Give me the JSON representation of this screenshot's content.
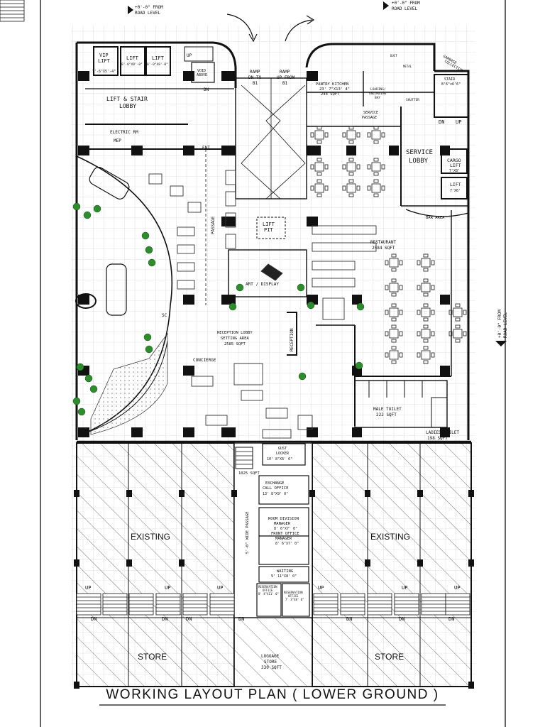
{
  "title": "WORKING LAYOUT PLAN ( LOWER GROUND )",
  "level_notes": {
    "top_left": [
      "+0'-0\" FROM",
      "ROAD LEVEL"
    ],
    "top_right": [
      "+0'-0\" FROM",
      "ROAD LEVEL"
    ],
    "right_side": [
      "+0'-0\" FROM",
      "ROAD LEVEL"
    ]
  },
  "rooms": {
    "vip_lift": [
      "VIP",
      "LIFT",
      "7'-6\"X5'-4\""
    ],
    "lift1": [
      "LIFT",
      "8'-0\"X8'-0\""
    ],
    "lift2": [
      "LIFT",
      "8'-0\"X8'-0\""
    ],
    "void_above": [
      "VOID",
      "ABOVE"
    ],
    "lift_stair_lobby": [
      "LIFT & STAIR",
      "LOBBY"
    ],
    "electric_rm": "ELECTRIC RM",
    "mep": "MEP",
    "ent": "ENT.",
    "ramp_dn": [
      "RAMP",
      "DN TO",
      "B1"
    ],
    "ramp_up": [
      "RAMP",
      "UP FROM",
      "B1"
    ],
    "pantry": [
      "PANTRY KITCHEN",
      "23' 7\"X13' 4\"",
      "244 SQFT"
    ],
    "loading": [
      "LOADING/",
      "UNLOADING",
      "BAY"
    ],
    "shutter": "SHUTTER",
    "garbage": [
      "GARBAGE",
      "COLLECTION"
    ],
    "duct": "DUCT",
    "metal": "METAL",
    "service_passage": [
      "SERVICE",
      "PASSAGE"
    ],
    "stair_top_right": [
      "STAIR",
      "8'6\"x6'6\""
    ],
    "service_lobby": [
      "SERVICE",
      "LOBBY"
    ],
    "cargo_lift": [
      "CARGO",
      "LIFT",
      "7'X8'"
    ],
    "lift3": [
      "LIFT",
      "7'X6'"
    ],
    "bar_area": "BAR AREA",
    "restaurant": [
      "RESTAURANT",
      "2584 SQFT"
    ],
    "lift_pit": [
      "LIFT",
      "PIT"
    ],
    "art_display": "ART / DISPLAY",
    "passage": "PASSAGE",
    "sc": "SC",
    "reception_lobby": [
      "RECEPTION LOBBY",
      "SETTING AREA",
      "2585 SQFT"
    ],
    "reception": "RECEPTION",
    "concierge": "CONCIERGE",
    "male_toilet": [
      "MALE TOILET",
      "222 SQFT"
    ],
    "ladies_toilet": [
      "LADIES TOILET",
      "198 SQFT"
    ],
    "guest_locker": [
      "GUST",
      "LOCKER",
      "10' 8\"X6' 6\""
    ],
    "sqft_1025": "1025 SQFT",
    "exchange": [
      "EXCHANGE",
      "CALL OFFICE",
      "13' 8\"X9' 0\""
    ],
    "room_division": [
      "ROOM DIVISION",
      "MANAGER",
      "8' 6\"X7' 0\""
    ],
    "front_office": [
      "FRONT OFFICE",
      "MANAGER",
      "8' 6\"X7' 0\""
    ],
    "waiting": [
      "WAITING",
      "9' 11\"X8' 0\""
    ],
    "reservation1": [
      "RESERVATION",
      "OFFICE",
      "8' 4\"X11' 0\""
    ],
    "reservation2": [
      "RESERVATION",
      "OFFICE",
      "7' 3\"X8' 0\""
    ],
    "wide_passage": "5'-0\" WIDE PASSAGE",
    "existing": "EXISTING",
    "store": "STORE",
    "luggage": [
      "LUGGAGE",
      "STORE",
      "330 SQFT"
    ]
  },
  "stair_marks": {
    "up": "UP",
    "dn": "DN"
  }
}
